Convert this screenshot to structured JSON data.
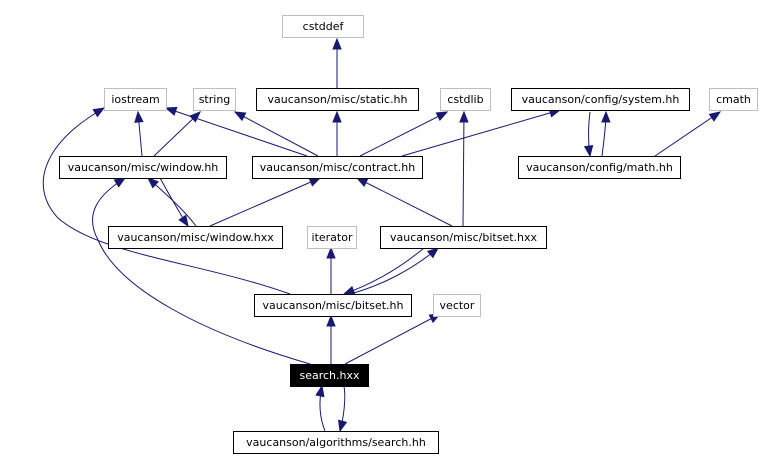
{
  "colors": {
    "edge": "#191970",
    "documented_border": "#000000",
    "external_border": "#bfbfbf",
    "root_fill": "#000000",
    "root_text": "#ffffff"
  },
  "nodes": {
    "cstddef": "cstddef",
    "iostream": "iostream",
    "string": "string",
    "static_hh": "vaucanson/misc/static.hh",
    "cstdlib": "cstdlib",
    "config_system_hh": "vaucanson/config/system.hh",
    "cmath": "cmath",
    "window_hh": "vaucanson/misc/window.hh",
    "contract_hh": "vaucanson/misc/contract.hh",
    "config_math_hh": "vaucanson/config/math.hh",
    "window_hxx": "vaucanson/misc/window.hxx",
    "iterator": "iterator",
    "bitset_hxx": "vaucanson/misc/bitset.hxx",
    "bitset_hh": "vaucanson/misc/bitset.hh",
    "vector": "vector",
    "search_hxx": "search.hxx",
    "search_hh": "vaucanson/algorithms/search.hh"
  }
}
